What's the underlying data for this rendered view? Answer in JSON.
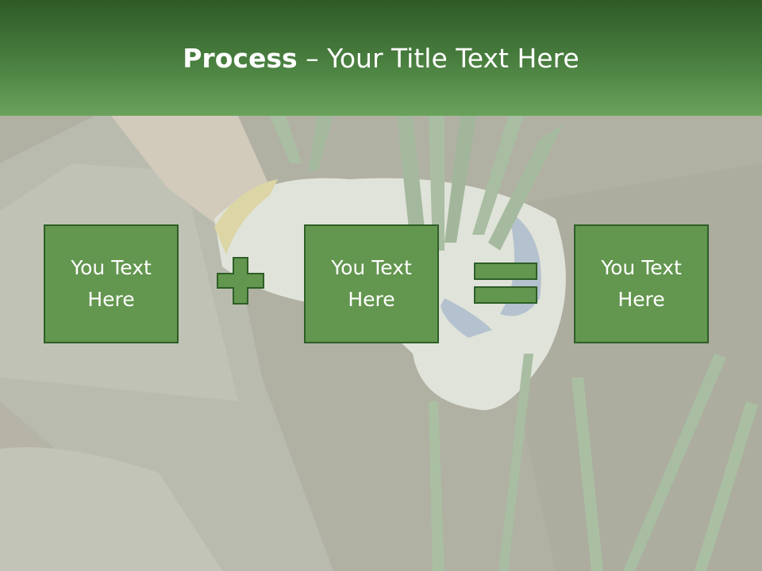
{
  "slide": {
    "title_bold": "Process",
    "title_rest": " – Your Title Text Here",
    "boxes": [
      {
        "text_line1": "You Text",
        "text_line2": "Here"
      },
      {
        "text_line1": "You Text",
        "text_line2": "Here"
      },
      {
        "text_line1": "You Text",
        "text_line2": "Here"
      }
    ],
    "operators": [
      "plus",
      "equals"
    ]
  },
  "colors": {
    "header_dark": "#2f5a27",
    "header_light": "#6aa25c",
    "box_fill": "#63964f",
    "box_border": "#2e5e27",
    "text": "#ffffff"
  }
}
